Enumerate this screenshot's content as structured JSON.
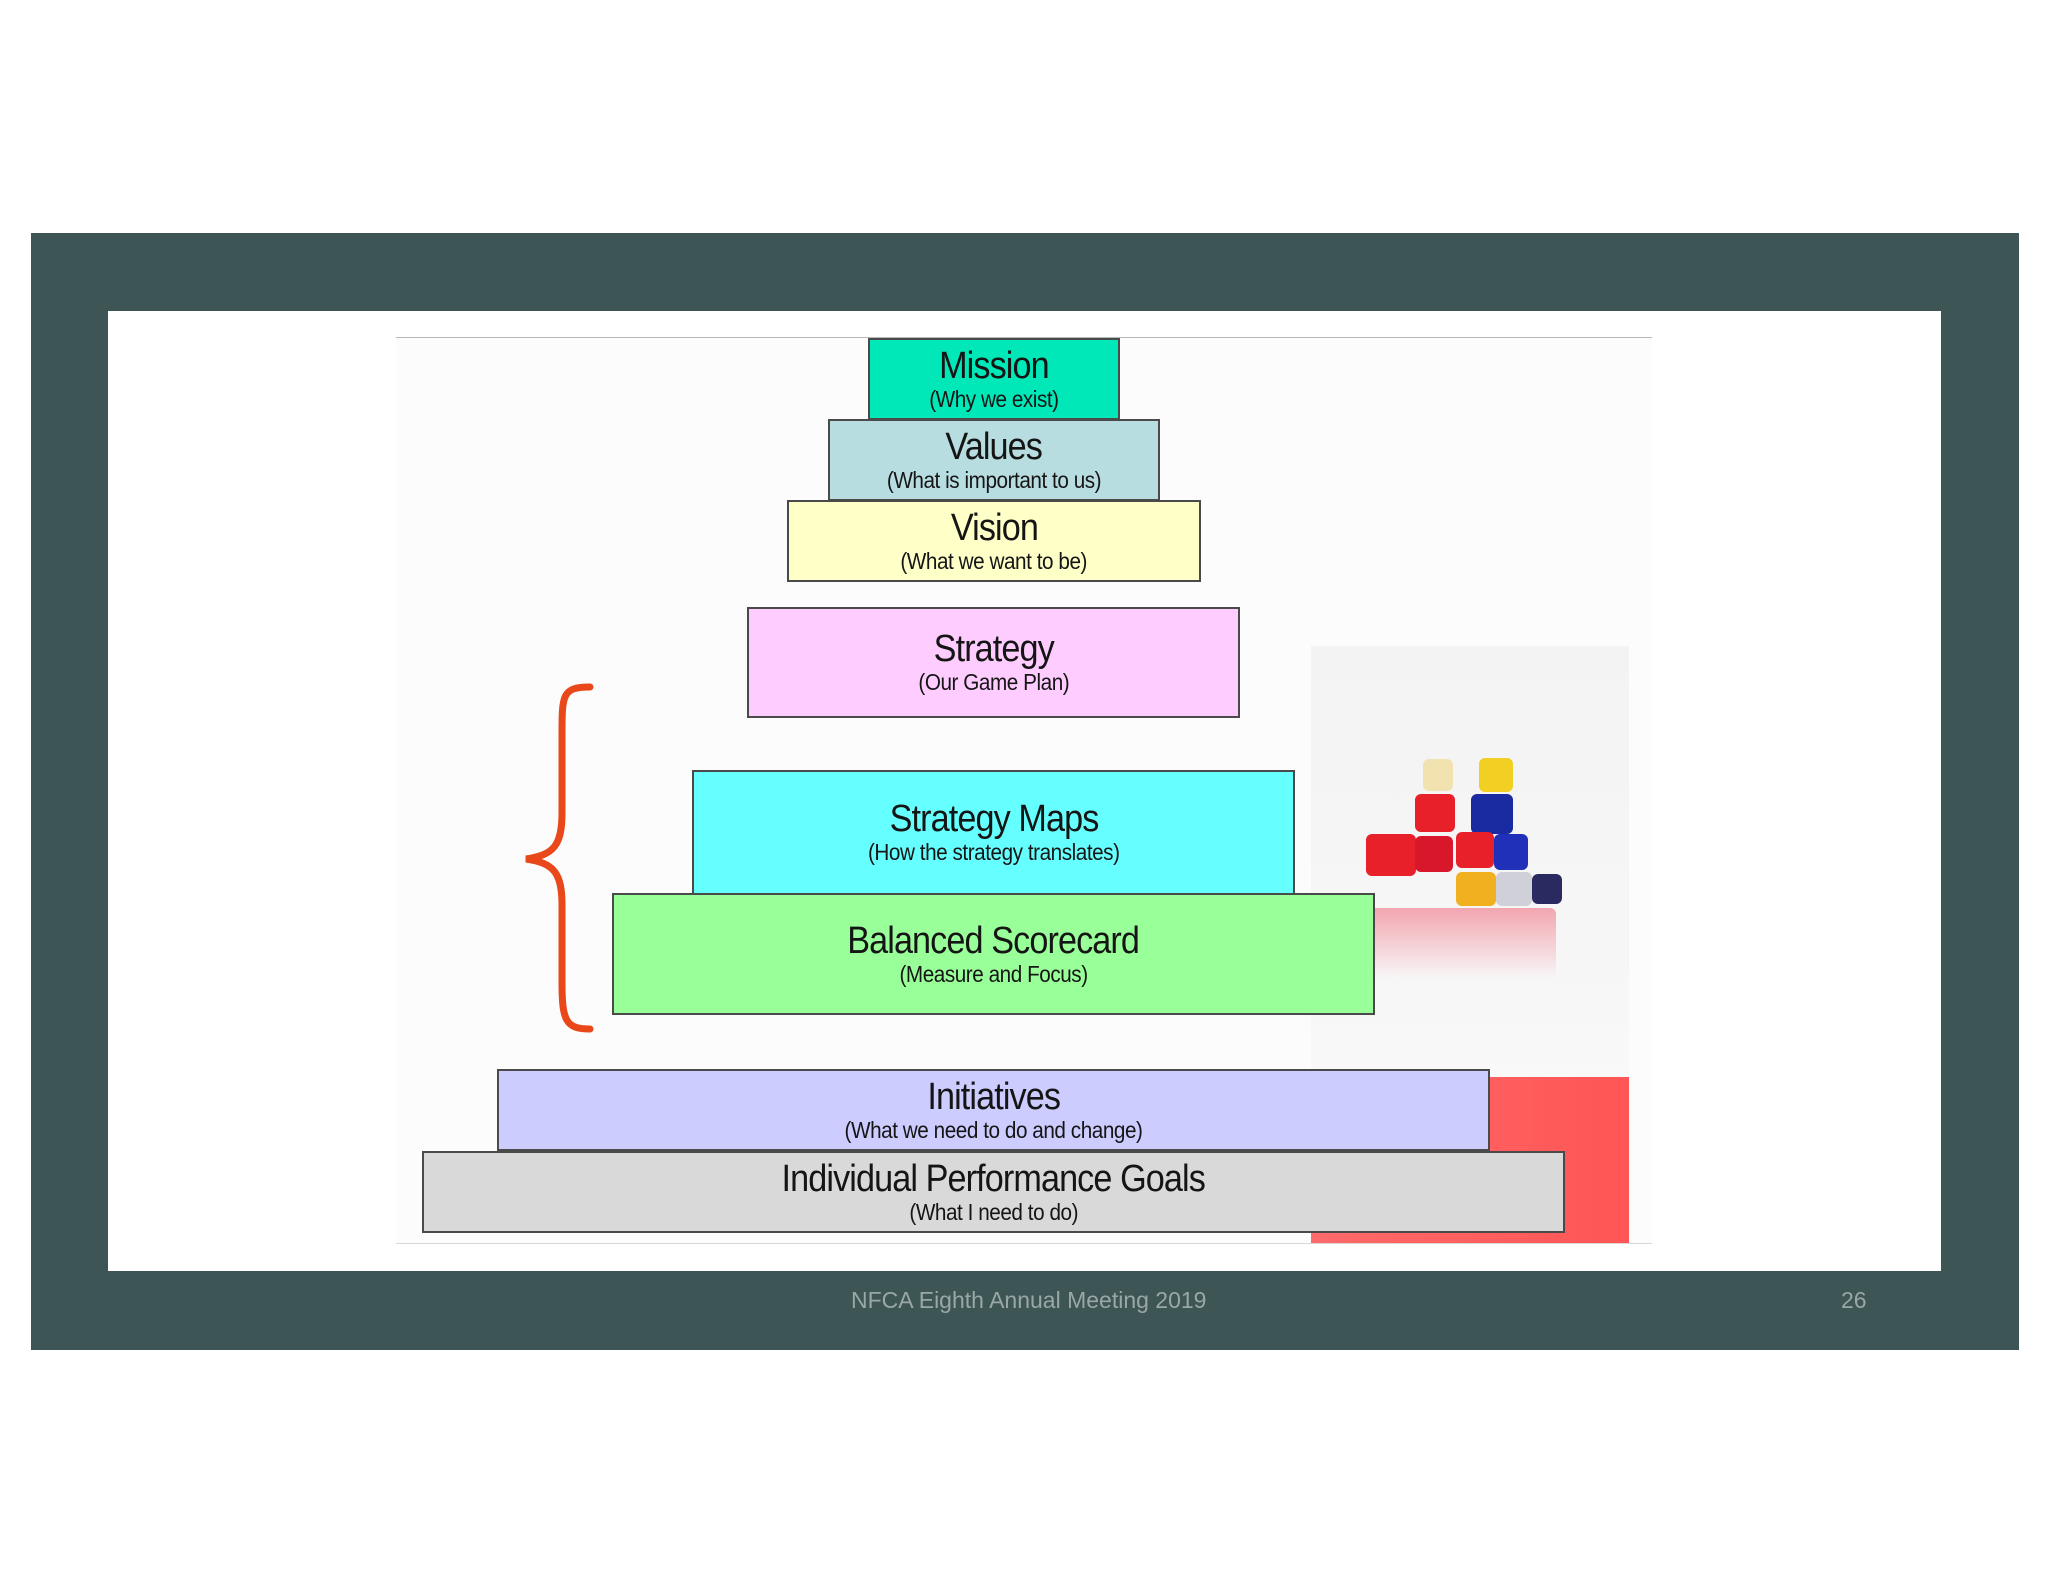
{
  "levels": [
    {
      "title": "Mission",
      "subtitle": "(Why we exist)",
      "color": "#00e8b8"
    },
    {
      "title": "Values",
      "subtitle": "(What is important to us)",
      "color": "#b8dde0"
    },
    {
      "title": "Vision",
      "subtitle": "(What we want to be)",
      "color": "#ffffc8"
    },
    {
      "title": "Strategy",
      "subtitle": "(Our Game Plan)",
      "color": "#ffccff"
    },
    {
      "title": "Strategy Maps",
      "subtitle": "(How the strategy translates)",
      "color": "#66ffff"
    },
    {
      "title": "Balanced Scorecard",
      "subtitle": "(Measure and Focus)",
      "color": "#99ff99"
    },
    {
      "title": "Initiatives",
      "subtitle": "(What we need to do and change)",
      "color": "#ccccff"
    },
    {
      "title": "Individual Performance Goals",
      "subtitle": "(What I need to do)",
      "color": "#d9d9d9"
    }
  ],
  "colors": {
    "slide_bg": "#3d5555",
    "brace": "#e8481a"
  },
  "footer": {
    "text": "NFCA Eighth Annual Meeting 2019",
    "page": "26"
  }
}
